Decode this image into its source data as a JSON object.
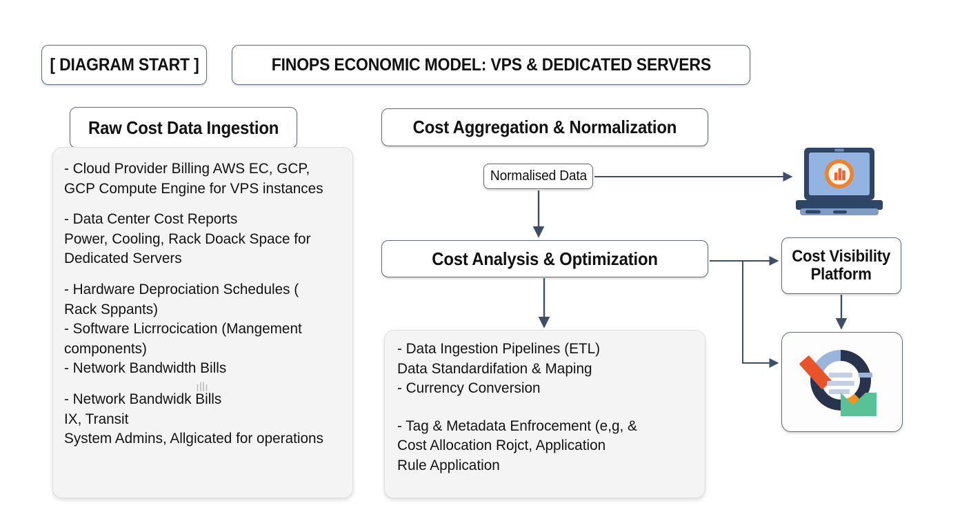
{
  "header": {
    "start_label": "[ DIAGRAM START ]",
    "title": "FINOPS ECONOMIC MODEL: VPS & DEDICATED SERVERS"
  },
  "columns": {
    "ingestion": {
      "header": "Raw Cost Data Ingestion",
      "items": [
        "- Cloud Provider Billing AWS EC, GCP,\n   GCP Compute Engine for VPS instances",
        "- Data Center Cost Reports\n  Power, Cooling, Rack Doack Space for\n  Dedicated Servers",
        "- Hardware Deprociation Schedules (\n   Rack Sppants)",
        " - Software Licrrocication (Mangement\n    components)",
        " - Network Bandwidth Bills",
        "- Network Bandwidk Bills\n  IX, Transit\n  System Admins, Allgicated for operations"
      ]
    },
    "aggregation": {
      "header": "Cost Aggregation & Normalization",
      "node_label": "Normalised Data"
    },
    "analysis": {
      "header": "Cost Analysis & Optimization",
      "items": [
        "- Data Ingestion Pipelines (ETL)\n     Data Standardifation & Maping\n        - Currency Conversion",
        "  - Tag & Metadata Enfrocement (e,g, &\n     Cost Allocation Rojct, Application\n     Rule Application"
      ]
    },
    "output": {
      "platform_label": "Cost Visibility\nPlatform",
      "laptop_icon": "laptop-analytics-icon",
      "dashboard_icon": "donut-chart-dashboard-icon"
    }
  },
  "watermarks": {
    "artifact_a": "ıllı"
  },
  "colors": {
    "box_border": "#5c6b80",
    "panel_bg": "#f4f4f4",
    "panel_border": "#e0e0e0",
    "connector": "#3d4f66",
    "accent_orange": "#ef8128",
    "accent_orange_red": "#e8532a",
    "accent_navy": "#27344c",
    "accent_blue": "#9bb4da",
    "accent_green": "#58c195",
    "laptop_screen": "#93b4e0",
    "text": "#111111"
  }
}
